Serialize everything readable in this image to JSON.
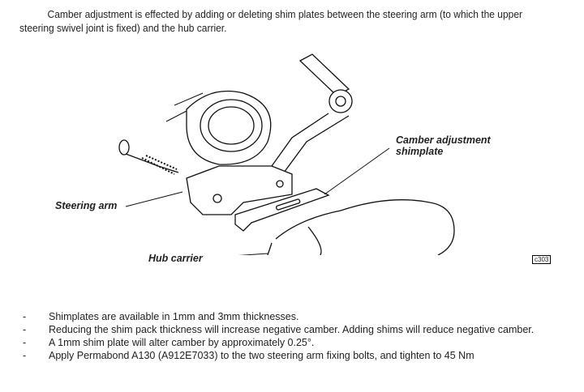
{
  "intro": "Camber adjustment is effected by adding or deleting shim plates between the steering arm (to which the upper steering swivel joint is fixed) and the hub carrier.",
  "figure": {
    "labels": {
      "shimplate_line1": "Camber adjustment",
      "shimplate_line2": "shimplate",
      "steering_arm": "Steering arm",
      "hub_carrier": "Hub carrier"
    },
    "code": "c303"
  },
  "bullets": {
    "dash": "-",
    "items": [
      "Shimplates are available in 1mm and 3mm thicknesses.",
      "Reducing the shim pack thickness will increase negative camber.  Adding shims will reduce negative camber.",
      "A 1mm shim plate will alter camber by approximately 0.25°.",
      "Apply Permabond A130 (A912E7033) to the two steering arm fixing bolts, and tighten to 45 Nm"
    ]
  }
}
